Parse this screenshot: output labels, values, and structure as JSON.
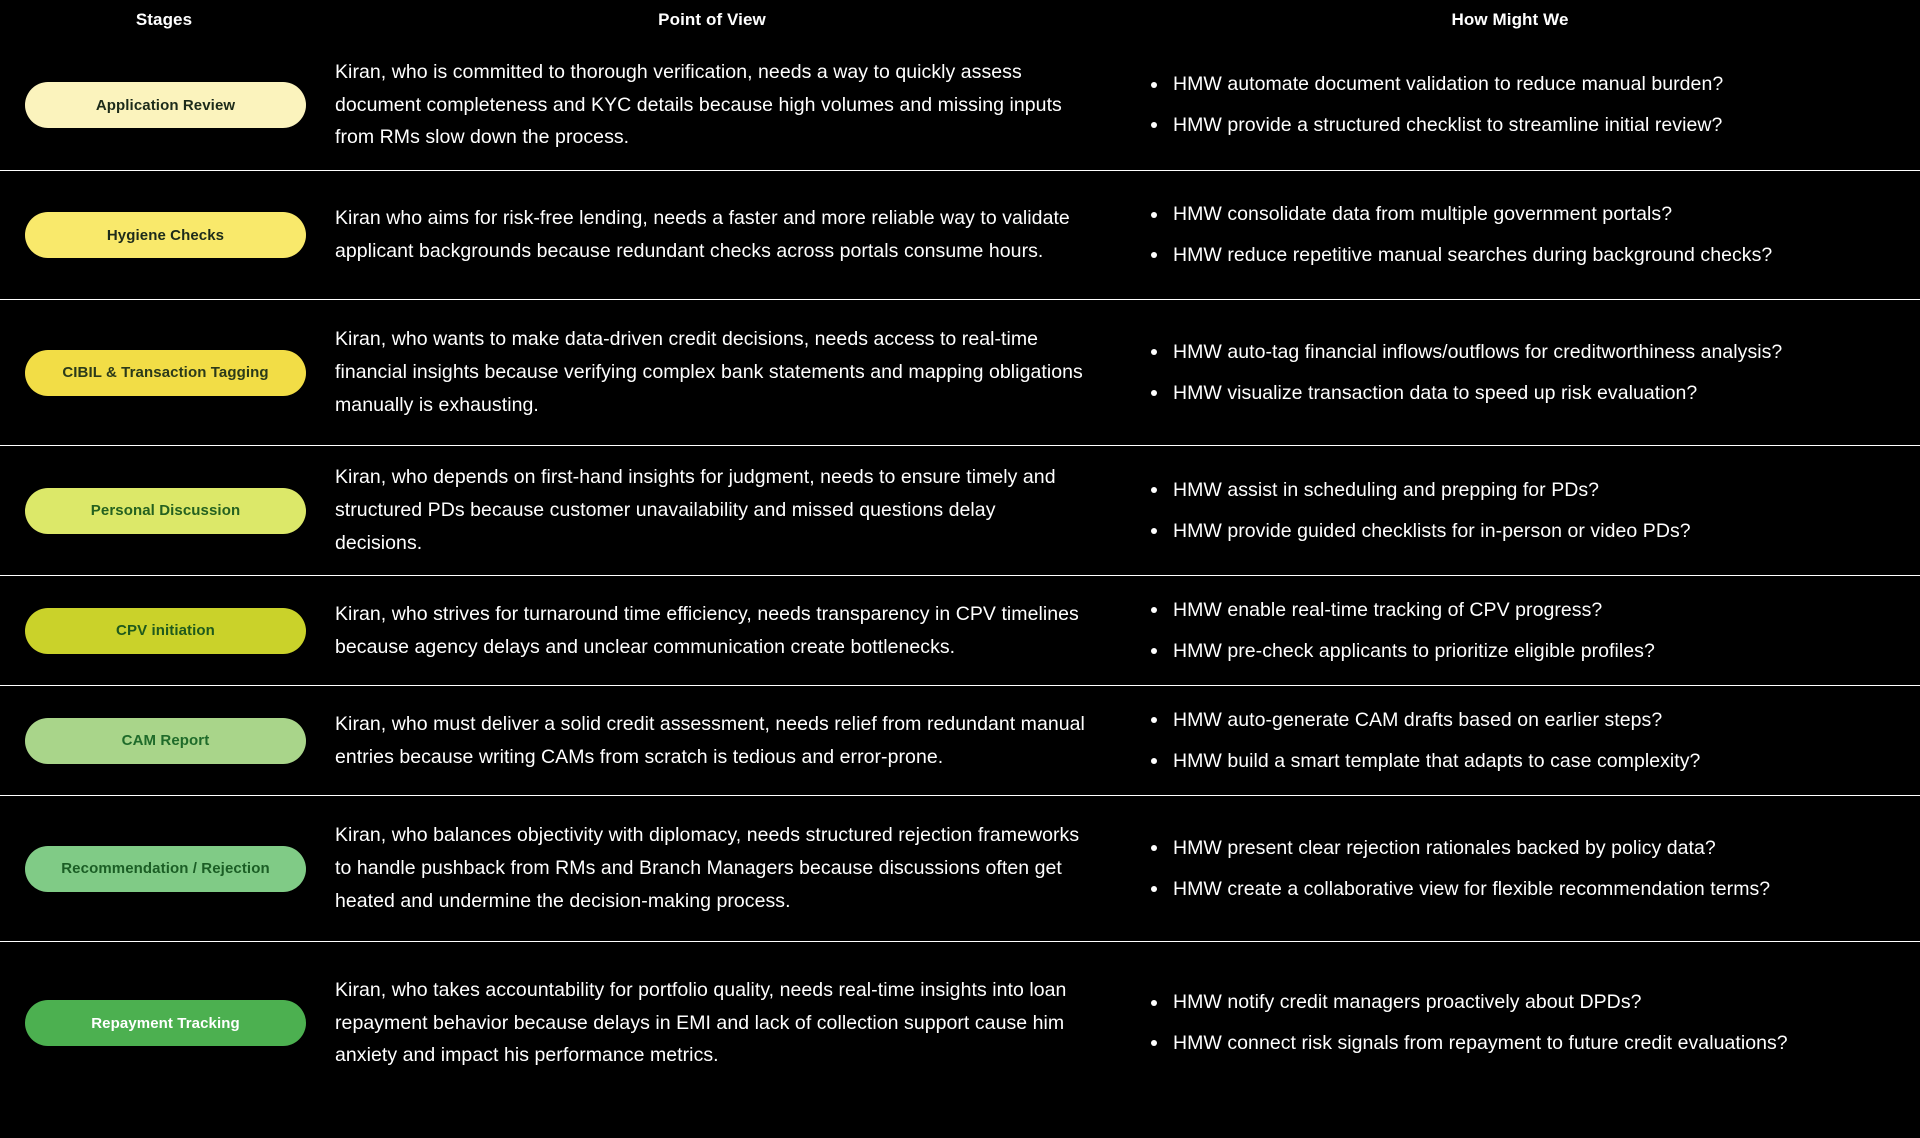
{
  "headers": {
    "stages": "Stages",
    "point_of_view": "Point of View",
    "how_might_we": "How Might We"
  },
  "colors": {
    "background": "#000000",
    "divider": "#ffffff",
    "body_text": "#ffffff"
  },
  "rows": [
    {
      "stage": "Application Review",
      "pill_bg": "#fbf3bd",
      "pill_text_color": "#1d2b1a",
      "point_of_view": "Kiran, who is committed to thorough verification, needs a way to quickly assess document completeness and KYC details because high volumes and missing inputs from RMs slow down the process.",
      "how_might_we": [
        "HMW automate document validation to reduce manual burden?",
        "HMW provide a structured checklist to streamline initial review?"
      ]
    },
    {
      "stage": "Hygiene Checks",
      "pill_bg": "#f9e96b",
      "pill_text_color": "#1d2b1a",
      "point_of_view": "Kiran who aims for risk-free lending, needs a faster and more reliable way to validate applicant backgrounds because redundant checks across portals consume hours.",
      "how_might_we": [
        "HMW consolidate data from multiple government portals?",
        "HMW reduce repetitive manual searches during background checks?"
      ]
    },
    {
      "stage": "CIBIL & Transaction Tagging",
      "pill_bg": "#f2dd46",
      "pill_text_color": "#2b3a1a",
      "point_of_view": "Kiran, who wants to make data-driven credit decisions, needs access to real-time financial insights because verifying complex bank statements and mapping obligations manually is exhausting.",
      "how_might_we": [
        "HMW auto-tag financial inflows/outflows for creditworthiness analysis?",
        "HMW visualize transaction data to speed up risk evaluation?"
      ]
    },
    {
      "stage": "Personal Discussion",
      "pill_bg": "#dce869",
      "pill_text_color": "#25611f",
      "point_of_view": "Kiran, who depends on first-hand insights for judgment, needs to ensure timely and structured PDs because customer unavailability and missed questions delay decisions.",
      "how_might_we": [
        "HMW assist in scheduling and prepping for PDs?",
        "HMW provide guided checklists for in-person or video PDs?"
      ]
    },
    {
      "stage": "CPV initiation",
      "pill_bg": "#cad22a",
      "pill_text_color": "#1f5a1c",
      "point_of_view": "Kiran,  who strives for turnaround time efficiency, needs transparency in CPV timelines because agency delays and unclear communication create bottlenecks.",
      "how_might_we": [
        "HMW enable real-time tracking of CPV progress?",
        "HMW pre-check applicants to prioritize eligible profiles?"
      ]
    },
    {
      "stage": "CAM Report",
      "pill_bg": "#a9d58a",
      "pill_text_color": "#1f6b2a",
      "point_of_view": "Kiran, who must deliver a solid credit assessment, needs relief from redundant manual entries because writing CAMs from scratch is tedious and error-prone.",
      "how_might_we": [
        "HMW auto-generate CAM drafts based on earlier steps?",
        "HMW build a smart template that adapts to case complexity?"
      ]
    },
    {
      "stage": "Recommendation / Rejection",
      "pill_bg": "#80cb86",
      "pill_text_color": "#1b5e25",
      "point_of_view": "Kiran, who balances objectivity with diplomacy, needs structured rejection frameworks to handle pushback from RMs and Branch Managers because discussions often get heated and undermine the decision-making process.",
      "how_might_we": [
        "HMW present clear rejection rationales backed by policy data?",
        "HMW create a collaborative view for flexible recommendation terms?"
      ]
    },
    {
      "stage": "Repayment Tracking",
      "pill_bg": "#4cb050",
      "pill_text_color": "#ffffff",
      "point_of_view": "Kiran, who takes accountability for portfolio quality, needs real-time insights into loan repayment behavior because delays in EMI and lack of collection support cause him anxiety and impact his performance metrics.",
      "how_might_we": [
        "HMW notify credit managers proactively about DPDs?",
        "HMW connect risk signals from repayment to future credit evaluations?"
      ]
    }
  ]
}
